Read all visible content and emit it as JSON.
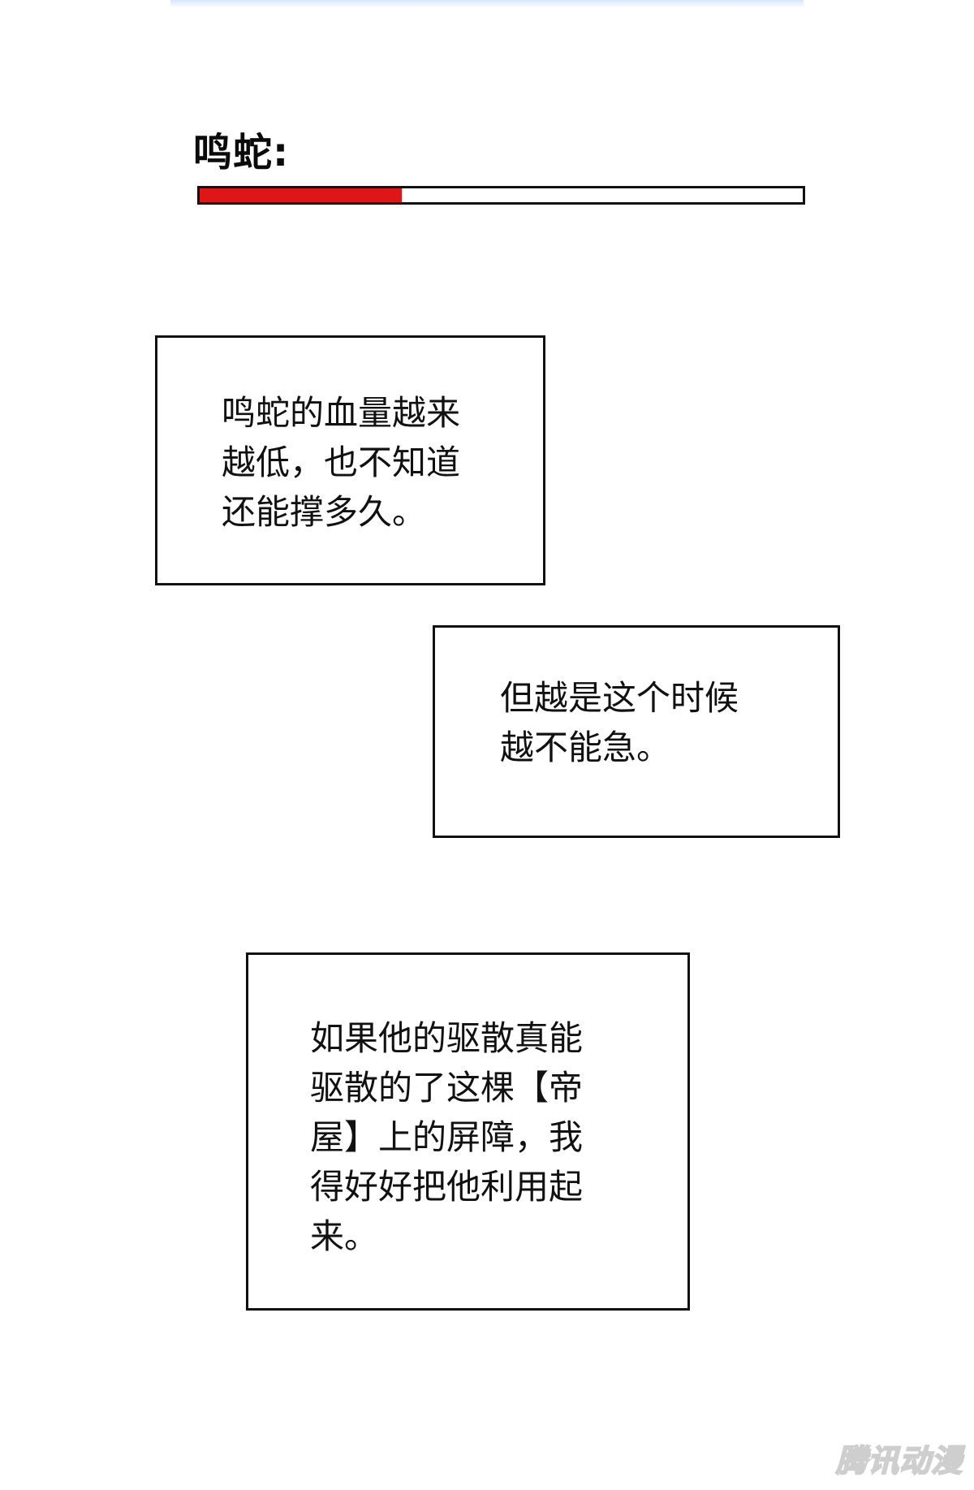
{
  "boss": {
    "name_label": "鸣蛇:",
    "hp_fraction": 0.335,
    "hp_color": "#e01515"
  },
  "captions": [
    {
      "text": "鸣蛇的血量越来\n越低，也不知道\n还能撑多久。"
    },
    {
      "text": "但越是这个时候\n越不能急。"
    },
    {
      "text": "如果他的驱散真能\n驱散的了这棵【帝\n屋】上的屏障，我\n得好好把他利用起\n来。"
    }
  ],
  "watermark": "腾讯动漫"
}
